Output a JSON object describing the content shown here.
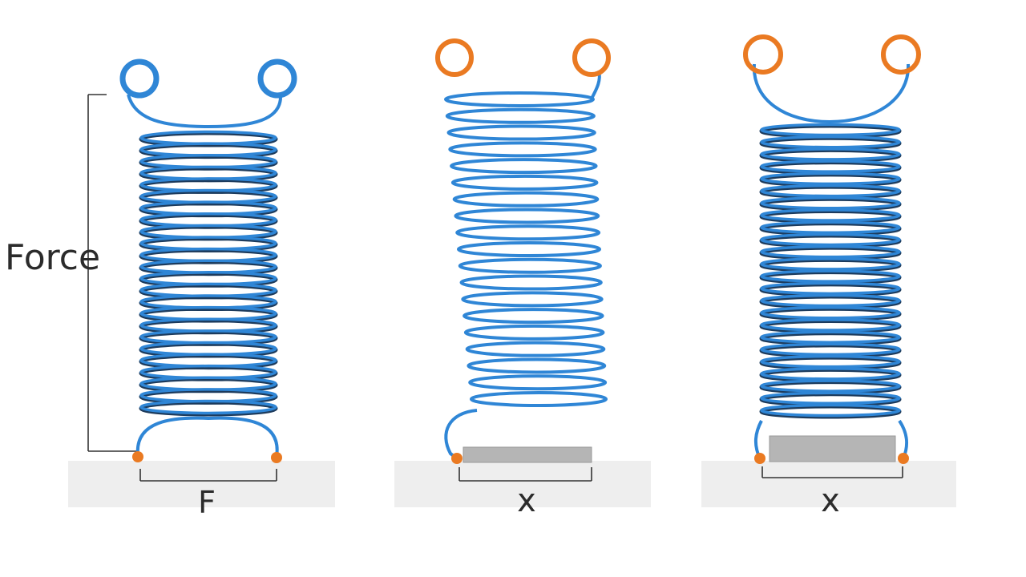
{
  "labels": {
    "force_axis": "Force",
    "panel1_bottom": "F",
    "panel2_bottom": "x",
    "panel3_bottom": "x"
  },
  "colors": {
    "coil": "#2f86d6",
    "coil_dark": "#1d3b5c",
    "ring_blue": "#2f86d6",
    "ring_orange": "#ea7a22",
    "base": "#eeeeee",
    "block": "#b5b5b5",
    "bracket": "#333333"
  }
}
